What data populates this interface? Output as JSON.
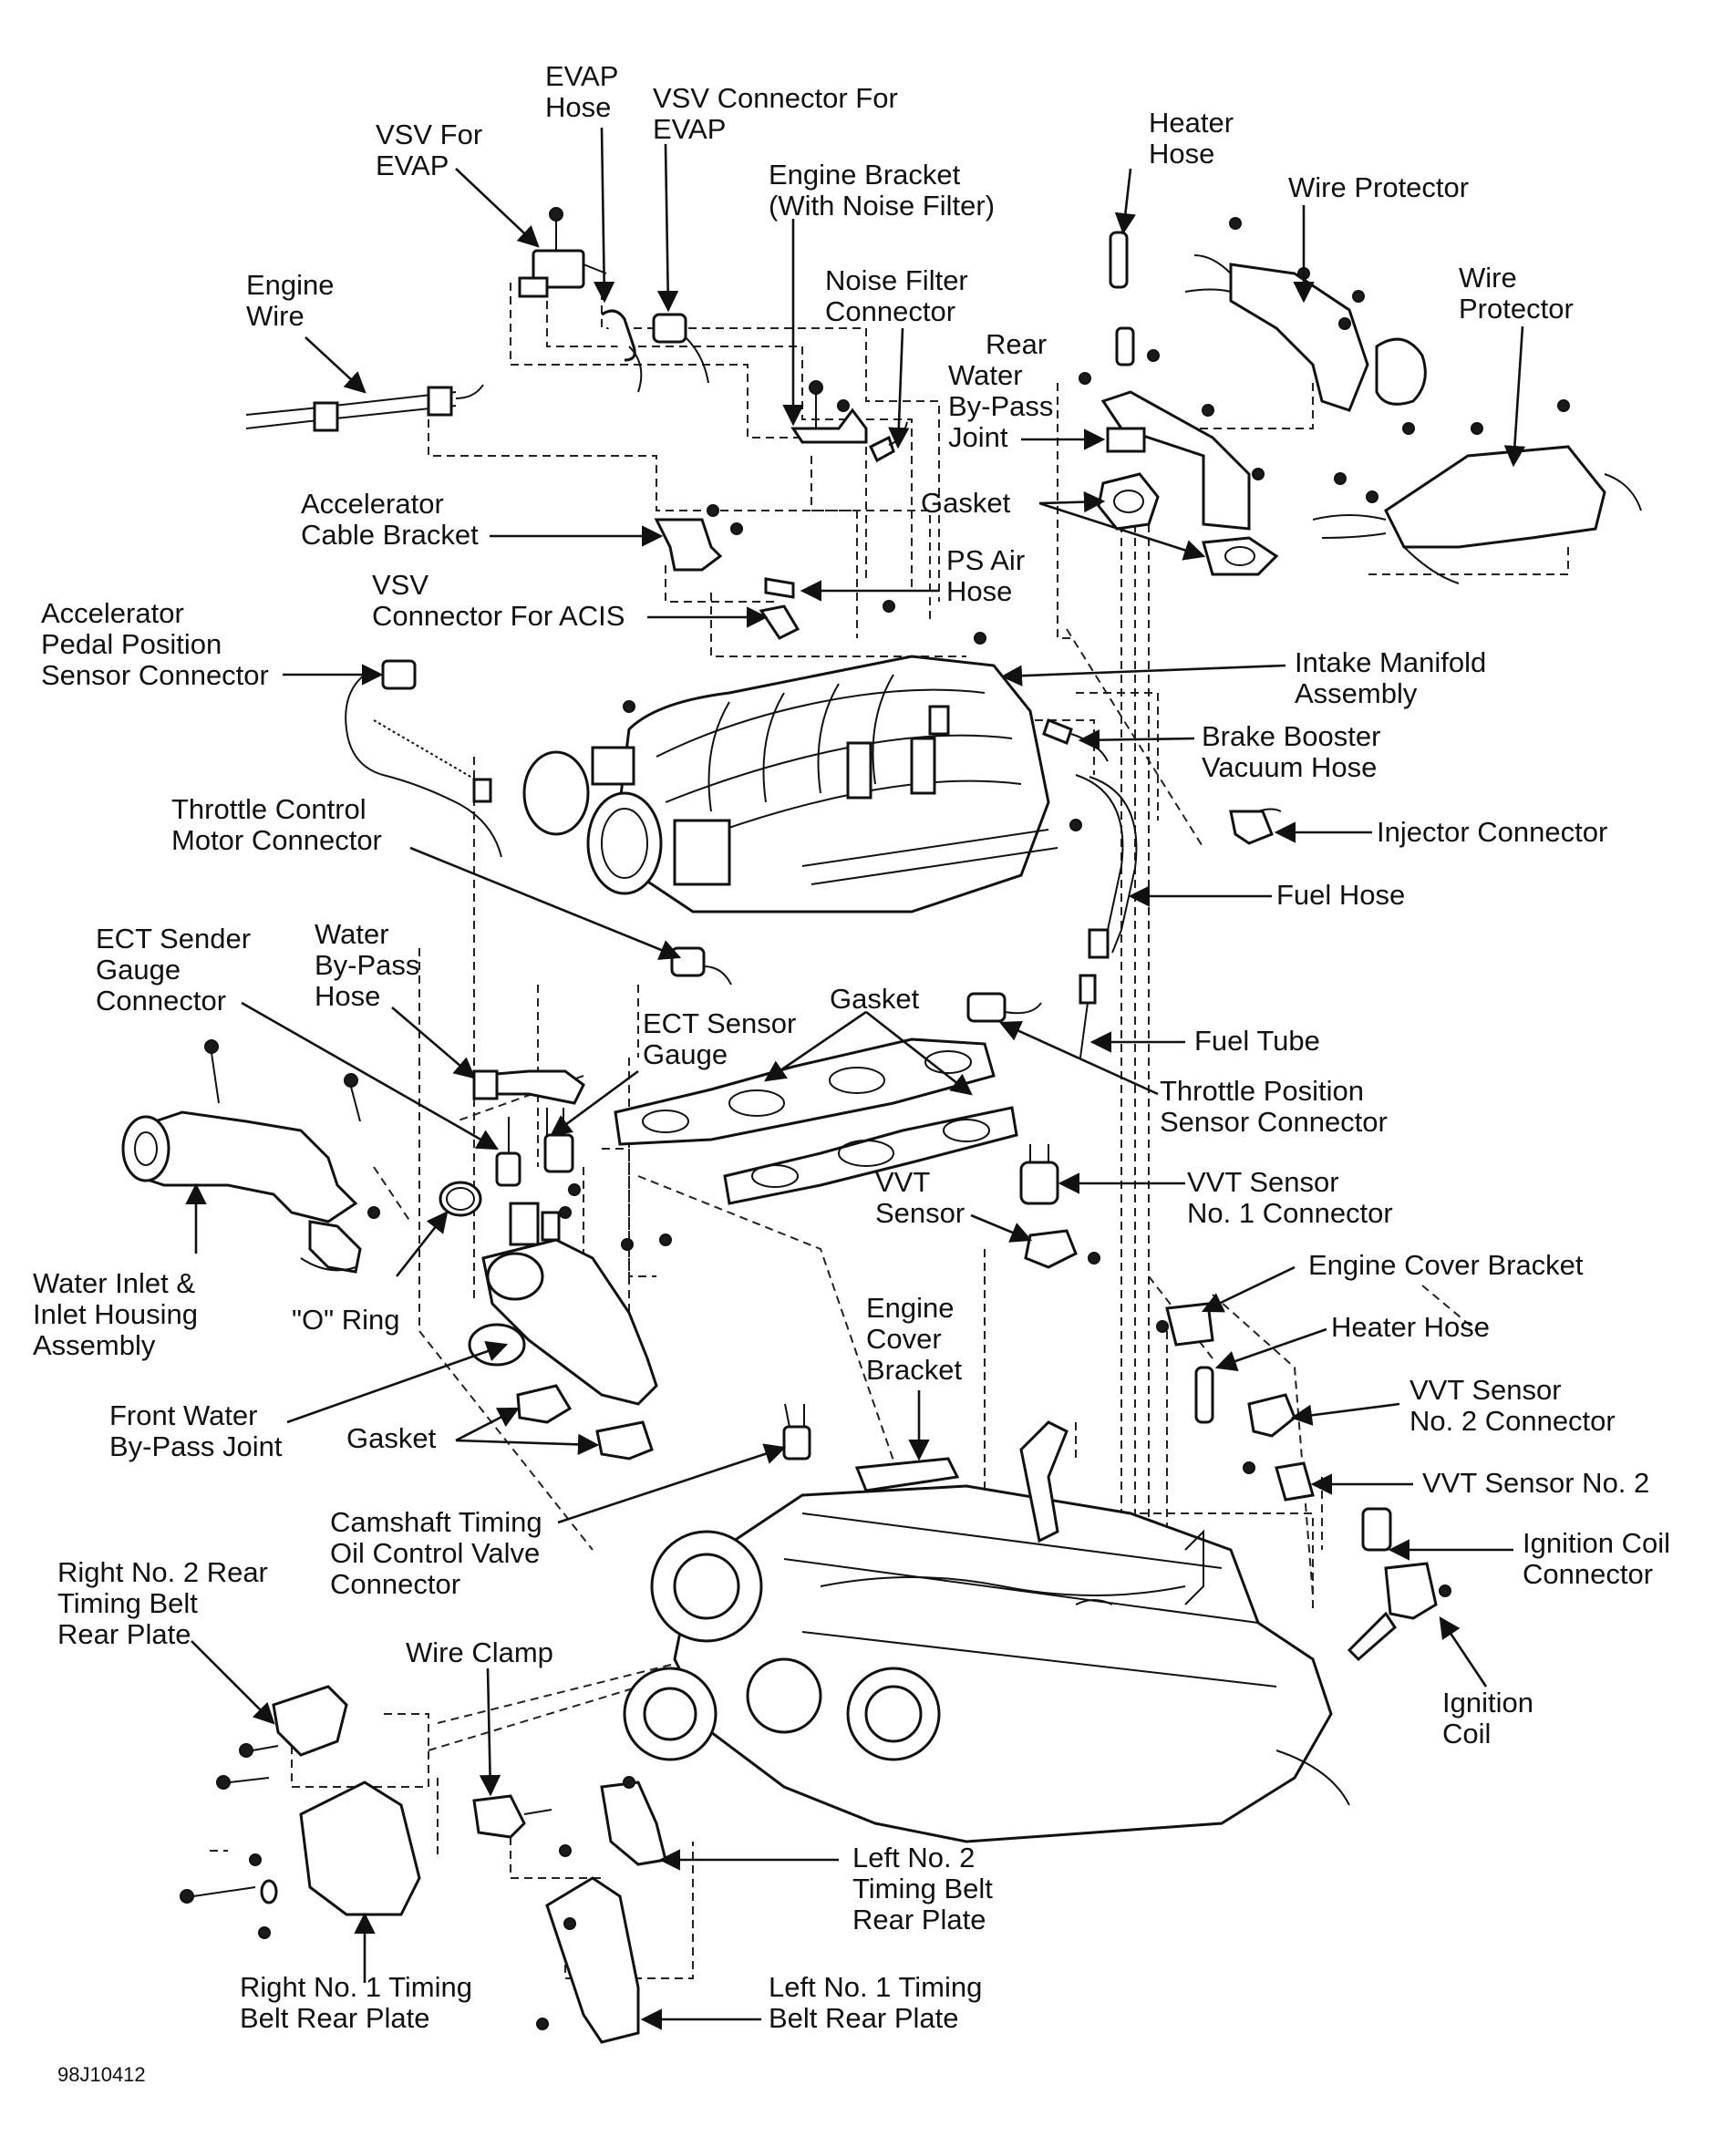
{
  "figure_id": "98J10412",
  "labels": {
    "evap_hose": [
      "EVAP",
      "Hose"
    ],
    "vsv_connector_evap": [
      "VSV Connector For",
      "EVAP"
    ],
    "vsv_for_evap": [
      "VSV For",
      "EVAP"
    ],
    "heater_hose_top": [
      "Heater",
      "Hose"
    ],
    "engine_bracket": [
      "Engine Bracket",
      "(With Noise Filter)"
    ],
    "wire_protector_1": [
      "Wire Protector"
    ],
    "engine_wire": [
      "Engine",
      "Wire"
    ],
    "noise_filter_connector": [
      "Noise Filter",
      "Connector"
    ],
    "wire_protector_2": [
      "Wire",
      "Protector"
    ],
    "rear_water_bypass_joint": [
      "Rear",
      "Water",
      "By-Pass",
      "Joint"
    ],
    "gasket_top": [
      "Gasket"
    ],
    "accelerator_cable_bracket": [
      "Accelerator",
      "Cable Bracket"
    ],
    "ps_air_hose": [
      "PS Air",
      "Hose"
    ],
    "vsv_connector_acis": [
      "VSV",
      "Connector For ACIS"
    ],
    "accelerator_pedal_sensor": [
      "Accelerator",
      "Pedal Position",
      "Sensor Connector"
    ],
    "intake_manifold": [
      "Intake Manifold",
      "Assembly"
    ],
    "brake_booster_hose": [
      "Brake Booster",
      "Vacuum Hose"
    ],
    "throttle_control_motor": [
      "Throttle Control",
      "Motor Connector"
    ],
    "injector_connector": [
      "Injector Connector"
    ],
    "fuel_hose": [
      "Fuel Hose"
    ],
    "ect_sender_gauge": [
      "ECT Sender",
      "Gauge",
      "Connector"
    ],
    "water_bypass_hose": [
      "Water",
      "By-Pass",
      "Hose"
    ],
    "gasket_middle": [
      "Gasket"
    ],
    "ect_sensor_gauge": [
      "ECT Sensor",
      "Gauge"
    ],
    "fuel_tube": [
      "Fuel  Tube"
    ],
    "throttle_position_sensor": [
      "Throttle Position",
      "Sensor Connector"
    ],
    "vvt_sensor_1_connector": [
      "VVT Sensor",
      "No. 1 Connector"
    ],
    "vvt_sensor": [
      "VVT",
      "Sensor"
    ],
    "water_inlet_housing": [
      "Water Inlet &",
      "Inlet Housing",
      "Assembly"
    ],
    "o_ring": [
      "\"O\" Ring"
    ],
    "engine_cover_bracket_right": [
      "Engine Cover Bracket"
    ],
    "engine_cover_bracket_mid": [
      "Engine",
      "Cover",
      "Bracket"
    ],
    "heater_hose_lower": [
      "Heater Hose"
    ],
    "vvt_sensor_2_connector": [
      "VVT Sensor",
      "No. 2 Connector"
    ],
    "front_water_bypass_joint": [
      "Front Water",
      "By-Pass Joint"
    ],
    "gasket_lower": [
      "Gasket"
    ],
    "vvt_sensor_2": [
      "VVT Sensor No. 2"
    ],
    "camshaft_timing_valve": [
      "Camshaft Timing",
      "Oil Control Valve",
      "Connector"
    ],
    "ignition_coil_connector": [
      "Ignition Coil",
      "Connector"
    ],
    "right_no2_rear_plate": [
      "Right No. 2 Rear",
      "Timing Belt",
      "Rear Plate"
    ],
    "wire_clamp": [
      "Wire Clamp"
    ],
    "ignition_coil": [
      "Ignition",
      "Coil"
    ],
    "left_no2_plate": [
      "Left No. 2",
      "Timing Belt",
      "Rear Plate"
    ],
    "right_no1_plate": [
      "Right No. 1 Timing",
      "Belt Rear Plate"
    ],
    "left_no1_plate": [
      "Left No. 1 Timing",
      "Belt Rear Plate"
    ]
  }
}
